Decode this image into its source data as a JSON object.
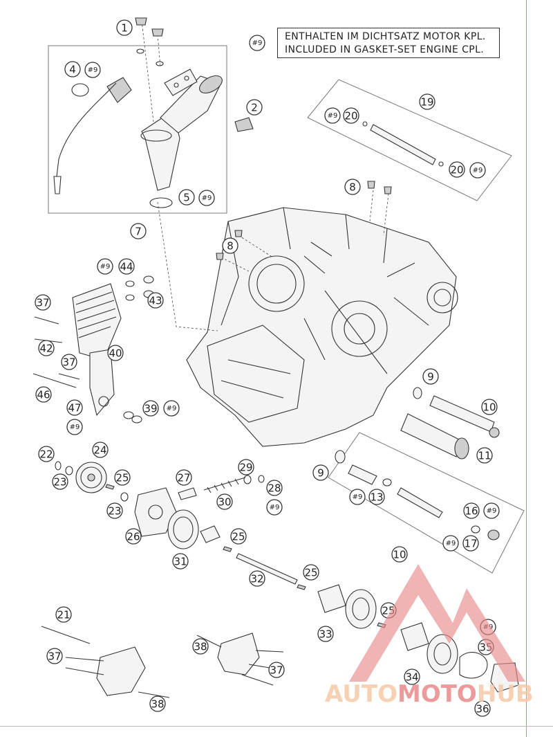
{
  "note": {
    "ref": "#9",
    "line1": "ENTHALTEN IM DICHTSATZ MOTOR KPL.",
    "line2": "INCLUDED IN GASKET-SET ENGINE CPL."
  },
  "watermark": {
    "part1": "AUTO",
    "part2": "MOTO",
    "part3": "HUB",
    "color_main": "#f5c9a8",
    "color_accent": "#e88a8a"
  },
  "callouts": [
    {
      "id": "c1",
      "num": "1"
    },
    {
      "id": "c2",
      "num": "2"
    },
    {
      "id": "c4",
      "num": "4"
    },
    {
      "id": "c4r",
      "num": "#9"
    },
    {
      "id": "c5",
      "num": "5"
    },
    {
      "id": "c5r",
      "num": "#9"
    },
    {
      "id": "c7",
      "num": "7"
    },
    {
      "id": "c8a",
      "num": "8"
    },
    {
      "id": "c8b",
      "num": "8"
    },
    {
      "id": "c19",
      "num": "19"
    },
    {
      "id": "c9a",
      "num": "#9"
    },
    {
      "id": "c20a",
      "num": "20"
    },
    {
      "id": "c20b",
      "num": "20"
    },
    {
      "id": "c9b",
      "num": "#9"
    },
    {
      "id": "c9c",
      "num": "#9"
    },
    {
      "id": "c44",
      "num": "44"
    },
    {
      "id": "c43",
      "num": "43"
    },
    {
      "id": "c37a",
      "num": "37"
    },
    {
      "id": "c42",
      "num": "42"
    },
    {
      "id": "c40",
      "num": "40"
    },
    {
      "id": "c37b",
      "num": "37"
    },
    {
      "id": "c46",
      "num": "46"
    },
    {
      "id": "c47",
      "num": "47"
    },
    {
      "id": "c9d",
      "num": "#9"
    },
    {
      "id": "c39",
      "num": "39"
    },
    {
      "id": "c9e",
      "num": "#9"
    },
    {
      "id": "c9f",
      "num": "9"
    },
    {
      "id": "c10a",
      "num": "10"
    },
    {
      "id": "c11",
      "num": "11"
    },
    {
      "id": "c9g",
      "num": "9"
    },
    {
      "id": "c9h",
      "num": "#9"
    },
    {
      "id": "c13",
      "num": "13"
    },
    {
      "id": "c16",
      "num": "16"
    },
    {
      "id": "c9i",
      "num": "#9"
    },
    {
      "id": "c9j",
      "num": "#9"
    },
    {
      "id": "c17",
      "num": "17"
    },
    {
      "id": "c10b",
      "num": "10"
    },
    {
      "id": "c22",
      "num": "22"
    },
    {
      "id": "c24",
      "num": "24"
    },
    {
      "id": "c23a",
      "num": "23"
    },
    {
      "id": "c25a",
      "num": "25"
    },
    {
      "id": "c27",
      "num": "27"
    },
    {
      "id": "c29",
      "num": "29"
    },
    {
      "id": "c28",
      "num": "28"
    },
    {
      "id": "c9k",
      "num": "#9"
    },
    {
      "id": "c30",
      "num": "30"
    },
    {
      "id": "c23b",
      "num": "23"
    },
    {
      "id": "c26",
      "num": "26"
    },
    {
      "id": "c25b",
      "num": "25"
    },
    {
      "id": "c31",
      "num": "31"
    },
    {
      "id": "c32",
      "num": "32"
    },
    {
      "id": "c25c",
      "num": "25"
    },
    {
      "id": "c25d",
      "num": "25"
    },
    {
      "id": "c33",
      "num": "33"
    },
    {
      "id": "c9l",
      "num": "#9"
    },
    {
      "id": "c35",
      "num": "35"
    },
    {
      "id": "c34",
      "num": "34"
    },
    {
      "id": "c36",
      "num": "36"
    },
    {
      "id": "c21",
      "num": "21"
    },
    {
      "id": "c37c",
      "num": "37"
    },
    {
      "id": "c38a",
      "num": "38"
    },
    {
      "id": "c38b",
      "num": "38"
    },
    {
      "id": "c37d",
      "num": "37"
    }
  ]
}
